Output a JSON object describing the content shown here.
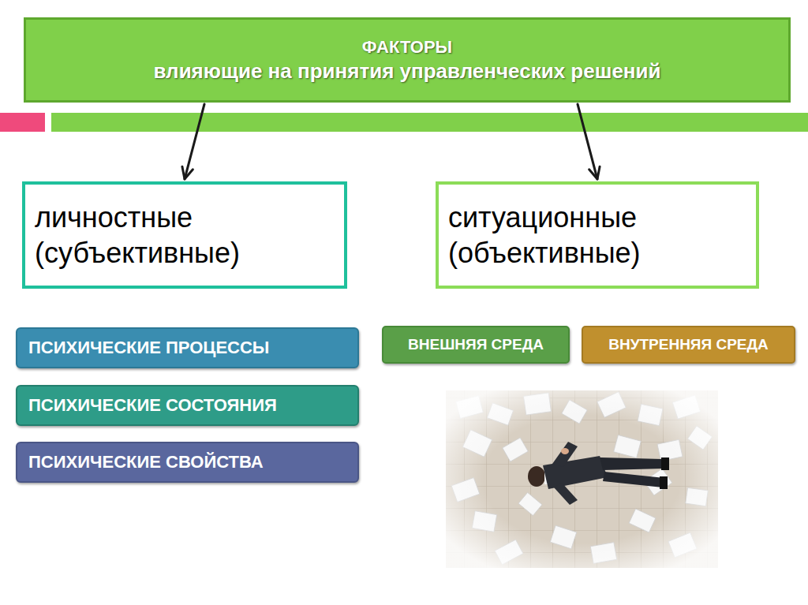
{
  "diagram": {
    "nodes": [
      {
        "text": [
          "ФАКТОРЫ",
          "влияющие на принятия управленческих решений"
        ]
      },
      {
        "text": [
          "личностные (субъективные)"
        ]
      },
      {
        "text": [
          "ситуационные (объективные)"
        ]
      },
      {
        "text": [
          "ПСИХИЧЕСКИЕ ПРОЦЕССЫ"
        ]
      },
      {
        "text": [
          "ПСИХИЧЕСКИЕ СОСТОЯНИЯ"
        ]
      },
      {
        "text": [
          "ПСИХИЧЕСКИЕ СВОЙСТВА"
        ]
      },
      {
        "text": [
          "ВНЕШНЯЯ СРЕДА"
        ]
      },
      {
        "text": [
          "ВНУТРЕННЯЯ СРЕДА"
        ]
      }
    ],
    "edges": [
      {
        "from": 0,
        "to": 1,
        "arrow": "to"
      },
      {
        "from": 0,
        "to": 2,
        "arrow": "to"
      }
    ]
  }
}
